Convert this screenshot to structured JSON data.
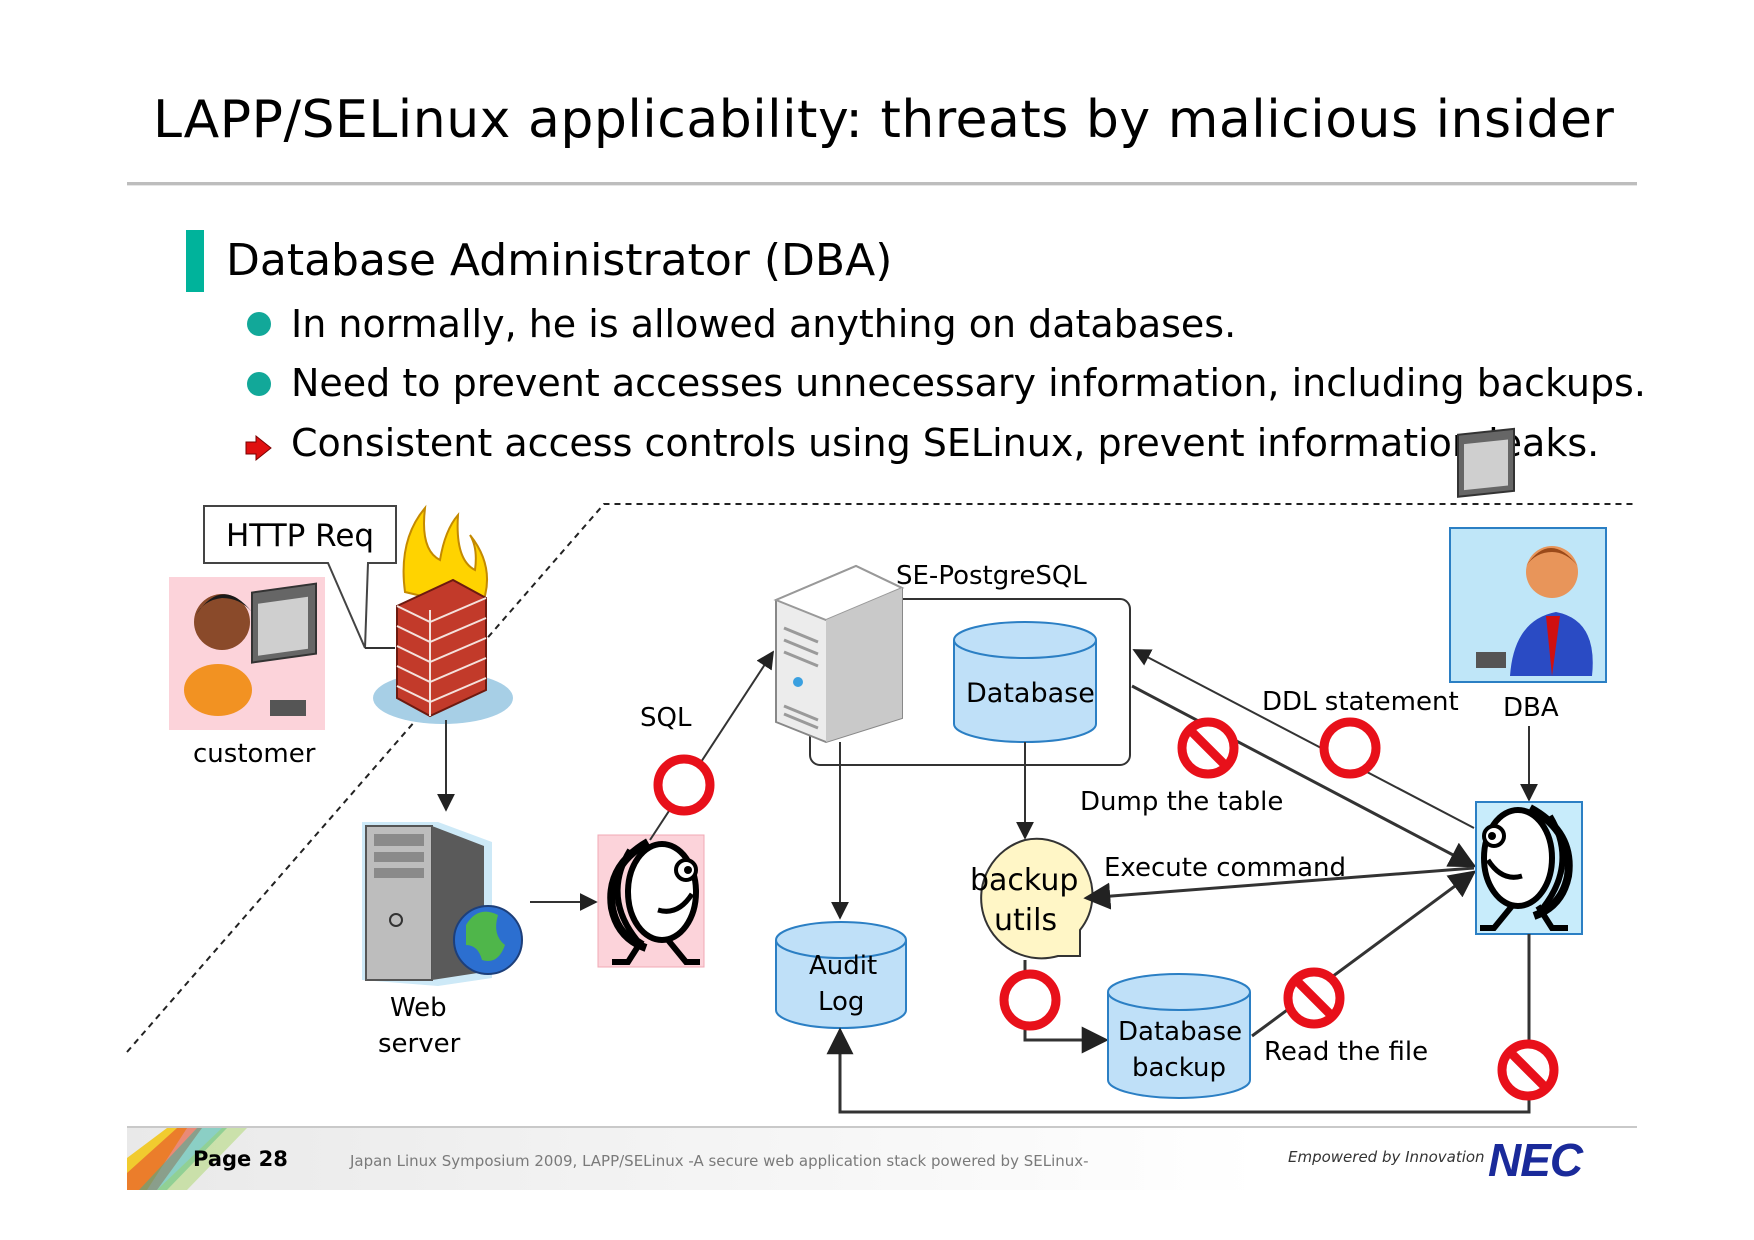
{
  "slide": {
    "title": "LAPP/SELinux applicability: threats by malicious insider",
    "section_heading": "Database Administrator (DBA)",
    "bullets": [
      "In normally, he is allowed anything on databases.",
      "Need to prevent accesses unnecessary information, including backups.",
      "Consistent access controls using SELinux, prevent information leaks."
    ]
  },
  "diagram": {
    "http_req": "HTTP Req",
    "customer": "customer",
    "web_server": [
      "Web",
      "server"
    ],
    "sql": "SQL",
    "se_postgresql": "SE-PostgreSQL",
    "database": "Database",
    "audit_log": [
      "Audit",
      "Log"
    ],
    "ddl_statement": "DDL statement",
    "dba": "DBA",
    "dump_the_table": "Dump the table",
    "execute_command": "Execute command",
    "backup_utils": [
      "backup",
      "utils"
    ],
    "database_backup": [
      "Database",
      "backup"
    ],
    "read_the_file": "Read the file"
  },
  "footer": {
    "page": "Page 28",
    "text": "Japan Linux Symposium 2009, LAPP/SELinux -A secure web application stack powered by SELinux-",
    "tagline": "Empowered by Innovation",
    "logo": "NEC"
  },
  "colors": {
    "accent": "#00b39b",
    "db_fill": "#bfe0f8",
    "prohibit_red": "#e8101a"
  }
}
